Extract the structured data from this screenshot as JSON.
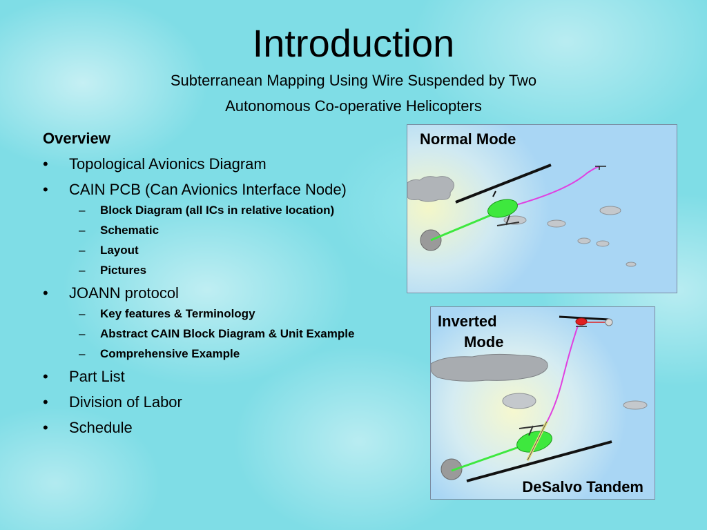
{
  "slide": {
    "title": "Introduction",
    "subtitle_line1": "Subterranean Mapping Using Wire Suspended by Two",
    "subtitle_line2": "Autonomous Co-operative Helicopters"
  },
  "content": {
    "heading": "Overview",
    "bullet_glyph": "•",
    "dash_glyph": "–",
    "items": [
      {
        "label": "Topological Avionics Diagram"
      },
      {
        "label": "CAIN PCB (Can Avionics Interface Node)",
        "subitems": [
          "Block Diagram (all ICs in relative location)",
          "Schematic",
          "Layout",
          "Pictures"
        ]
      },
      {
        "label": "JOANN protocol",
        "subitems": [
          "Key features & Terminology",
          "Abstract CAIN Block Diagram & Unit Example",
          "Comprehensive Example"
        ]
      },
      {
        "label": "Part List"
      },
      {
        "label": "Division of Labor"
      },
      {
        "label": "Schedule"
      }
    ]
  },
  "figures": {
    "normal_mode": {
      "label": "Normal Mode"
    },
    "inverted_mode": {
      "label_line1": "Inverted",
      "label_line2": "Mode",
      "caption": "DeSalvo Tandem"
    }
  },
  "colors": {
    "background": "#7fdde6",
    "helicopter_body": "#3ee83e",
    "wire": "#e040e0",
    "anchor": "#9a9a9a",
    "cloud": "#b0b4b8",
    "inverted_body": "#e02020"
  }
}
